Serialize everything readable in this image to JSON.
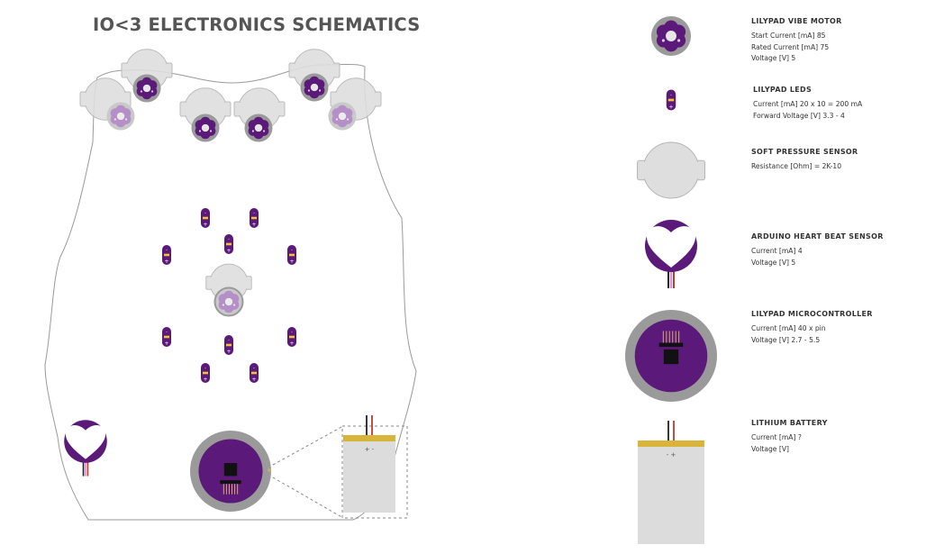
{
  "title": "IO<3 ELECTRONICS SCHEMATICS",
  "colors": {
    "purple": "#5b1a7a",
    "purple_light": "#b58fc8",
    "sensor_gray": "#dedede",
    "ring_gray": "#9a9a9a",
    "battery_gray": "#dcdcdc",
    "battery_gold": "#d9b43a",
    "led_yellow": "#f2c230",
    "wire_red": "#c0392b",
    "wire_pink": "#e58ad6",
    "outline": "#9a9a9a"
  },
  "legend": [
    {
      "name": "LILYPAD VIBE MOTOR",
      "icon": "vibe-motor-icon",
      "specs": [
        "Start Current [mA] 85",
        "Rated Current [mA] 75",
        "Voltage [V] 5"
      ]
    },
    {
      "name": "LILYPAD LEDS",
      "icon": "led-icon",
      "specs": [
        "Current [mA] 20 x 10 = 200 mA",
        "Forward Voltage [V] 3.3 - 4"
      ]
    },
    {
      "name": "SOFT PRESSURE SENSOR",
      "icon": "pressure-sensor-icon",
      "specs": [
        "Resistance [Ohm] = 2K-10"
      ]
    },
    {
      "name": "ARDUINO HEART BEAT SENSOR",
      "icon": "heart-beat-sensor-icon",
      "specs": [
        "Current [mA] 4",
        "Voltage [V] 5"
      ]
    },
    {
      "name": "LILYPAD MICROCONTROLLER",
      "icon": "microcontroller-icon",
      "specs": [
        "Current [mA] 40 x pin",
        "Voltage [V] 2.7 - 5.5"
      ]
    },
    {
      "name": "LITHIUM BATTERY",
      "icon": "battery-icon",
      "specs": [
        "Current [mA] ?",
        "Voltage [V]"
      ]
    }
  ],
  "symbols": {
    "led_minus": "-",
    "led_plus": "+",
    "battery_terminals": "- +",
    "vest_battery_terminals": "+ -"
  }
}
